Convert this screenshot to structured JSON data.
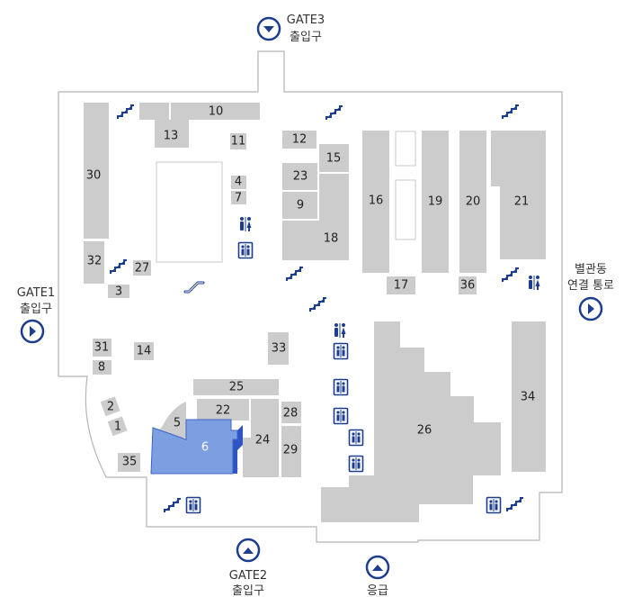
{
  "colors": {
    "room": "#cccccc",
    "highlight": "#7b9fe0",
    "highlight_dark": "#2f55c4",
    "outline": "#b5b5b5",
    "icon": "#1d3d8f"
  },
  "gates": {
    "gate3": {
      "line1": "GATE3",
      "line2": "출입구",
      "arrow": "down"
    },
    "gate1": {
      "line1": "GATE1",
      "line2": "출입구",
      "arrow": "right"
    },
    "annex": {
      "line1": "별관동",
      "line2": "연결 통로",
      "arrow": "right"
    },
    "gate2": {
      "line1": "GATE2",
      "line2": "출입구",
      "arrow": "up"
    },
    "emergency": {
      "line1": "응급",
      "arrow": "up"
    }
  },
  "rooms": {
    "r1": "1",
    "r2": "2",
    "r3": "3",
    "r4": "4",
    "r5": "5",
    "r6": "6",
    "r7": "7",
    "r8": "8",
    "r9": "9",
    "r10": "10",
    "r11": "11",
    "r12": "12",
    "r13": "13",
    "r14": "14",
    "r15": "15",
    "r16": "16",
    "r17": "17",
    "r18": "18",
    "r19": "19",
    "r20": "20",
    "r21": "21",
    "r22": "22",
    "r23": "23",
    "r24": "24",
    "r25": "25",
    "r26": "26",
    "r27": "27",
    "r28": "28",
    "r29": "29",
    "r30": "30",
    "r31": "31",
    "r32": "32",
    "r33": "33",
    "r34": "34",
    "r35": "35",
    "r36": "36"
  },
  "selected_room": "6",
  "icons": [
    "stairs-icon",
    "restroom-icon",
    "elevator-icon",
    "escalator-icon",
    "gate-arrow-icon"
  ]
}
